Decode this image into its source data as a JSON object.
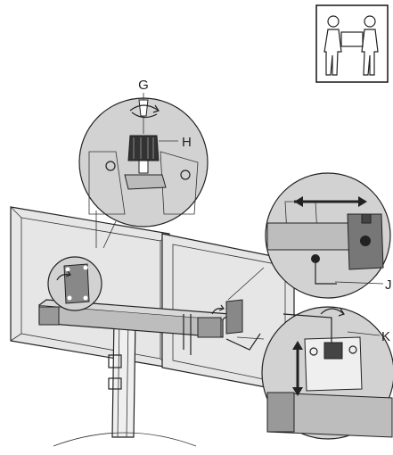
{
  "callouts": {
    "g": "G",
    "h": "H",
    "j": "J",
    "k": "K"
  },
  "icons": {
    "two_person_lift": "two-person-lift-icon",
    "rotate": "rotate-arrow-icon",
    "horizontal_move": "double-arrow-horizontal-icon",
    "vertical_move": "double-arrow-vertical-icon",
    "hex_key": "hex-key-icon"
  },
  "colors": {
    "line": "#222222",
    "callout_fill": "#d2d2d2",
    "screen_fill": "#e6e6e6",
    "bar_fill": "#bdbdbd"
  }
}
